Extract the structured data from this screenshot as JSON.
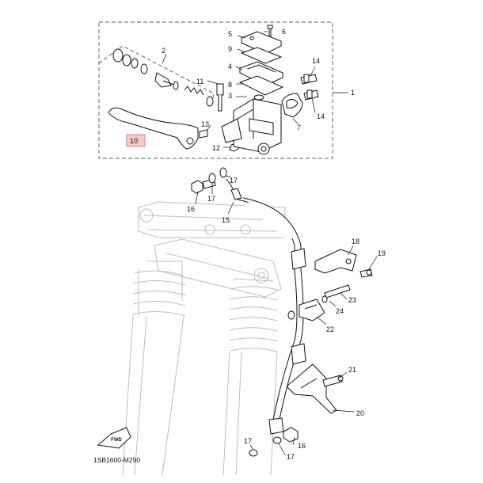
{
  "diagram_code": "1SB1600-M290",
  "fwd_label": "FWD",
  "highlighted_part": "10",
  "accent_color": "#f7c8c8",
  "callouts": [
    {
      "id": "c1",
      "label": "1"
    },
    {
      "id": "c2",
      "label": "2"
    },
    {
      "id": "c3",
      "label": "3"
    },
    {
      "id": "c4",
      "label": "4"
    },
    {
      "id": "c5",
      "label": "5"
    },
    {
      "id": "c6",
      "label": "6"
    },
    {
      "id": "c7",
      "label": "7"
    },
    {
      "id": "c8",
      "label": "8"
    },
    {
      "id": "c9",
      "label": "9"
    },
    {
      "id": "c10",
      "label": "10"
    },
    {
      "id": "c11",
      "label": "11"
    },
    {
      "id": "c12",
      "label": "12"
    },
    {
      "id": "c13",
      "label": "13"
    },
    {
      "id": "c14a",
      "label": "14"
    },
    {
      "id": "c14b",
      "label": "14"
    },
    {
      "id": "c15",
      "label": "15"
    },
    {
      "id": "c16a",
      "label": "16"
    },
    {
      "id": "c16b",
      "label": "16"
    },
    {
      "id": "c17a",
      "label": "17"
    },
    {
      "id": "c17b",
      "label": "17"
    },
    {
      "id": "c17c",
      "label": "17"
    },
    {
      "id": "c17d",
      "label": "17"
    },
    {
      "id": "c18",
      "label": "18"
    },
    {
      "id": "c19",
      "label": "19"
    },
    {
      "id": "c20",
      "label": "20"
    },
    {
      "id": "c21",
      "label": "21"
    },
    {
      "id": "c22",
      "label": "22"
    },
    {
      "id": "c23",
      "label": "23"
    },
    {
      "id": "c24",
      "label": "24"
    }
  ]
}
